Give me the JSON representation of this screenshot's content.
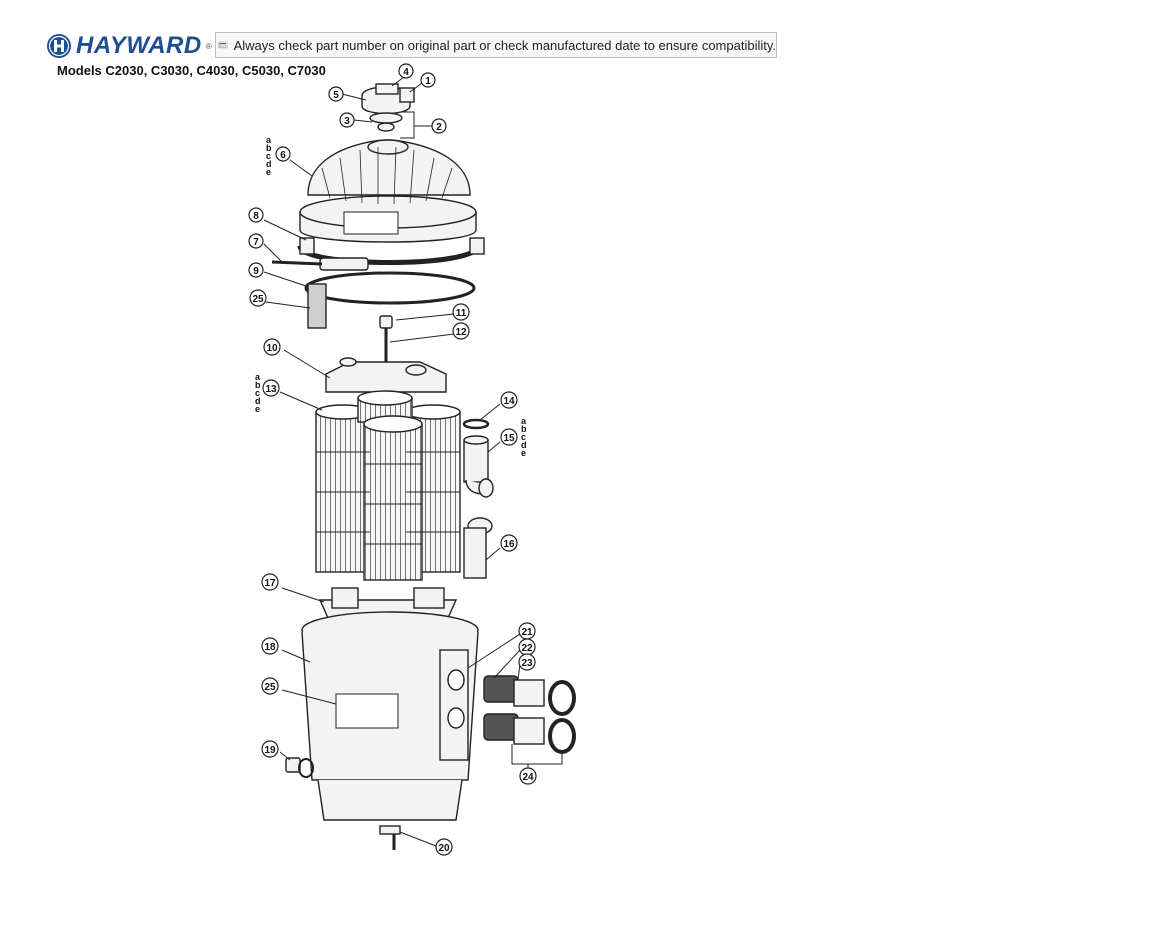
{
  "header": {
    "brand": "HAYWARD",
    "registered_mark": "®",
    "notice": "Always check part number on original part or check manufactured date to ensure compatibility.",
    "models": "Models  C2030, C3030, C4030, C5030, C7030"
  },
  "callouts": {
    "c1": "1",
    "c2": "2",
    "c3": "3",
    "c4": "4",
    "c5": "5",
    "c6": "6",
    "c7": "7",
    "c8": "8",
    "c9": "9",
    "c10": "10",
    "c11": "11",
    "c12": "12",
    "c13": "13",
    "c14": "14",
    "c15": "15",
    "c16": "16",
    "c17": "17",
    "c18": "18",
    "c19": "19",
    "c20": "20",
    "c21": "21",
    "c22": "22",
    "c23": "23",
    "c24": "24",
    "c25a": "25",
    "c25b": "25"
  },
  "sub_letters": {
    "a": "a",
    "b": "b",
    "c": "c",
    "d": "d",
    "e": "e"
  },
  "icons": {
    "logo": "hayward-h-logo-icon",
    "calendar": "calendar-notice-icon"
  },
  "colors": {
    "brand": "#1e4f91",
    "line": "#222222",
    "part_fill": "#f3f3f3"
  }
}
